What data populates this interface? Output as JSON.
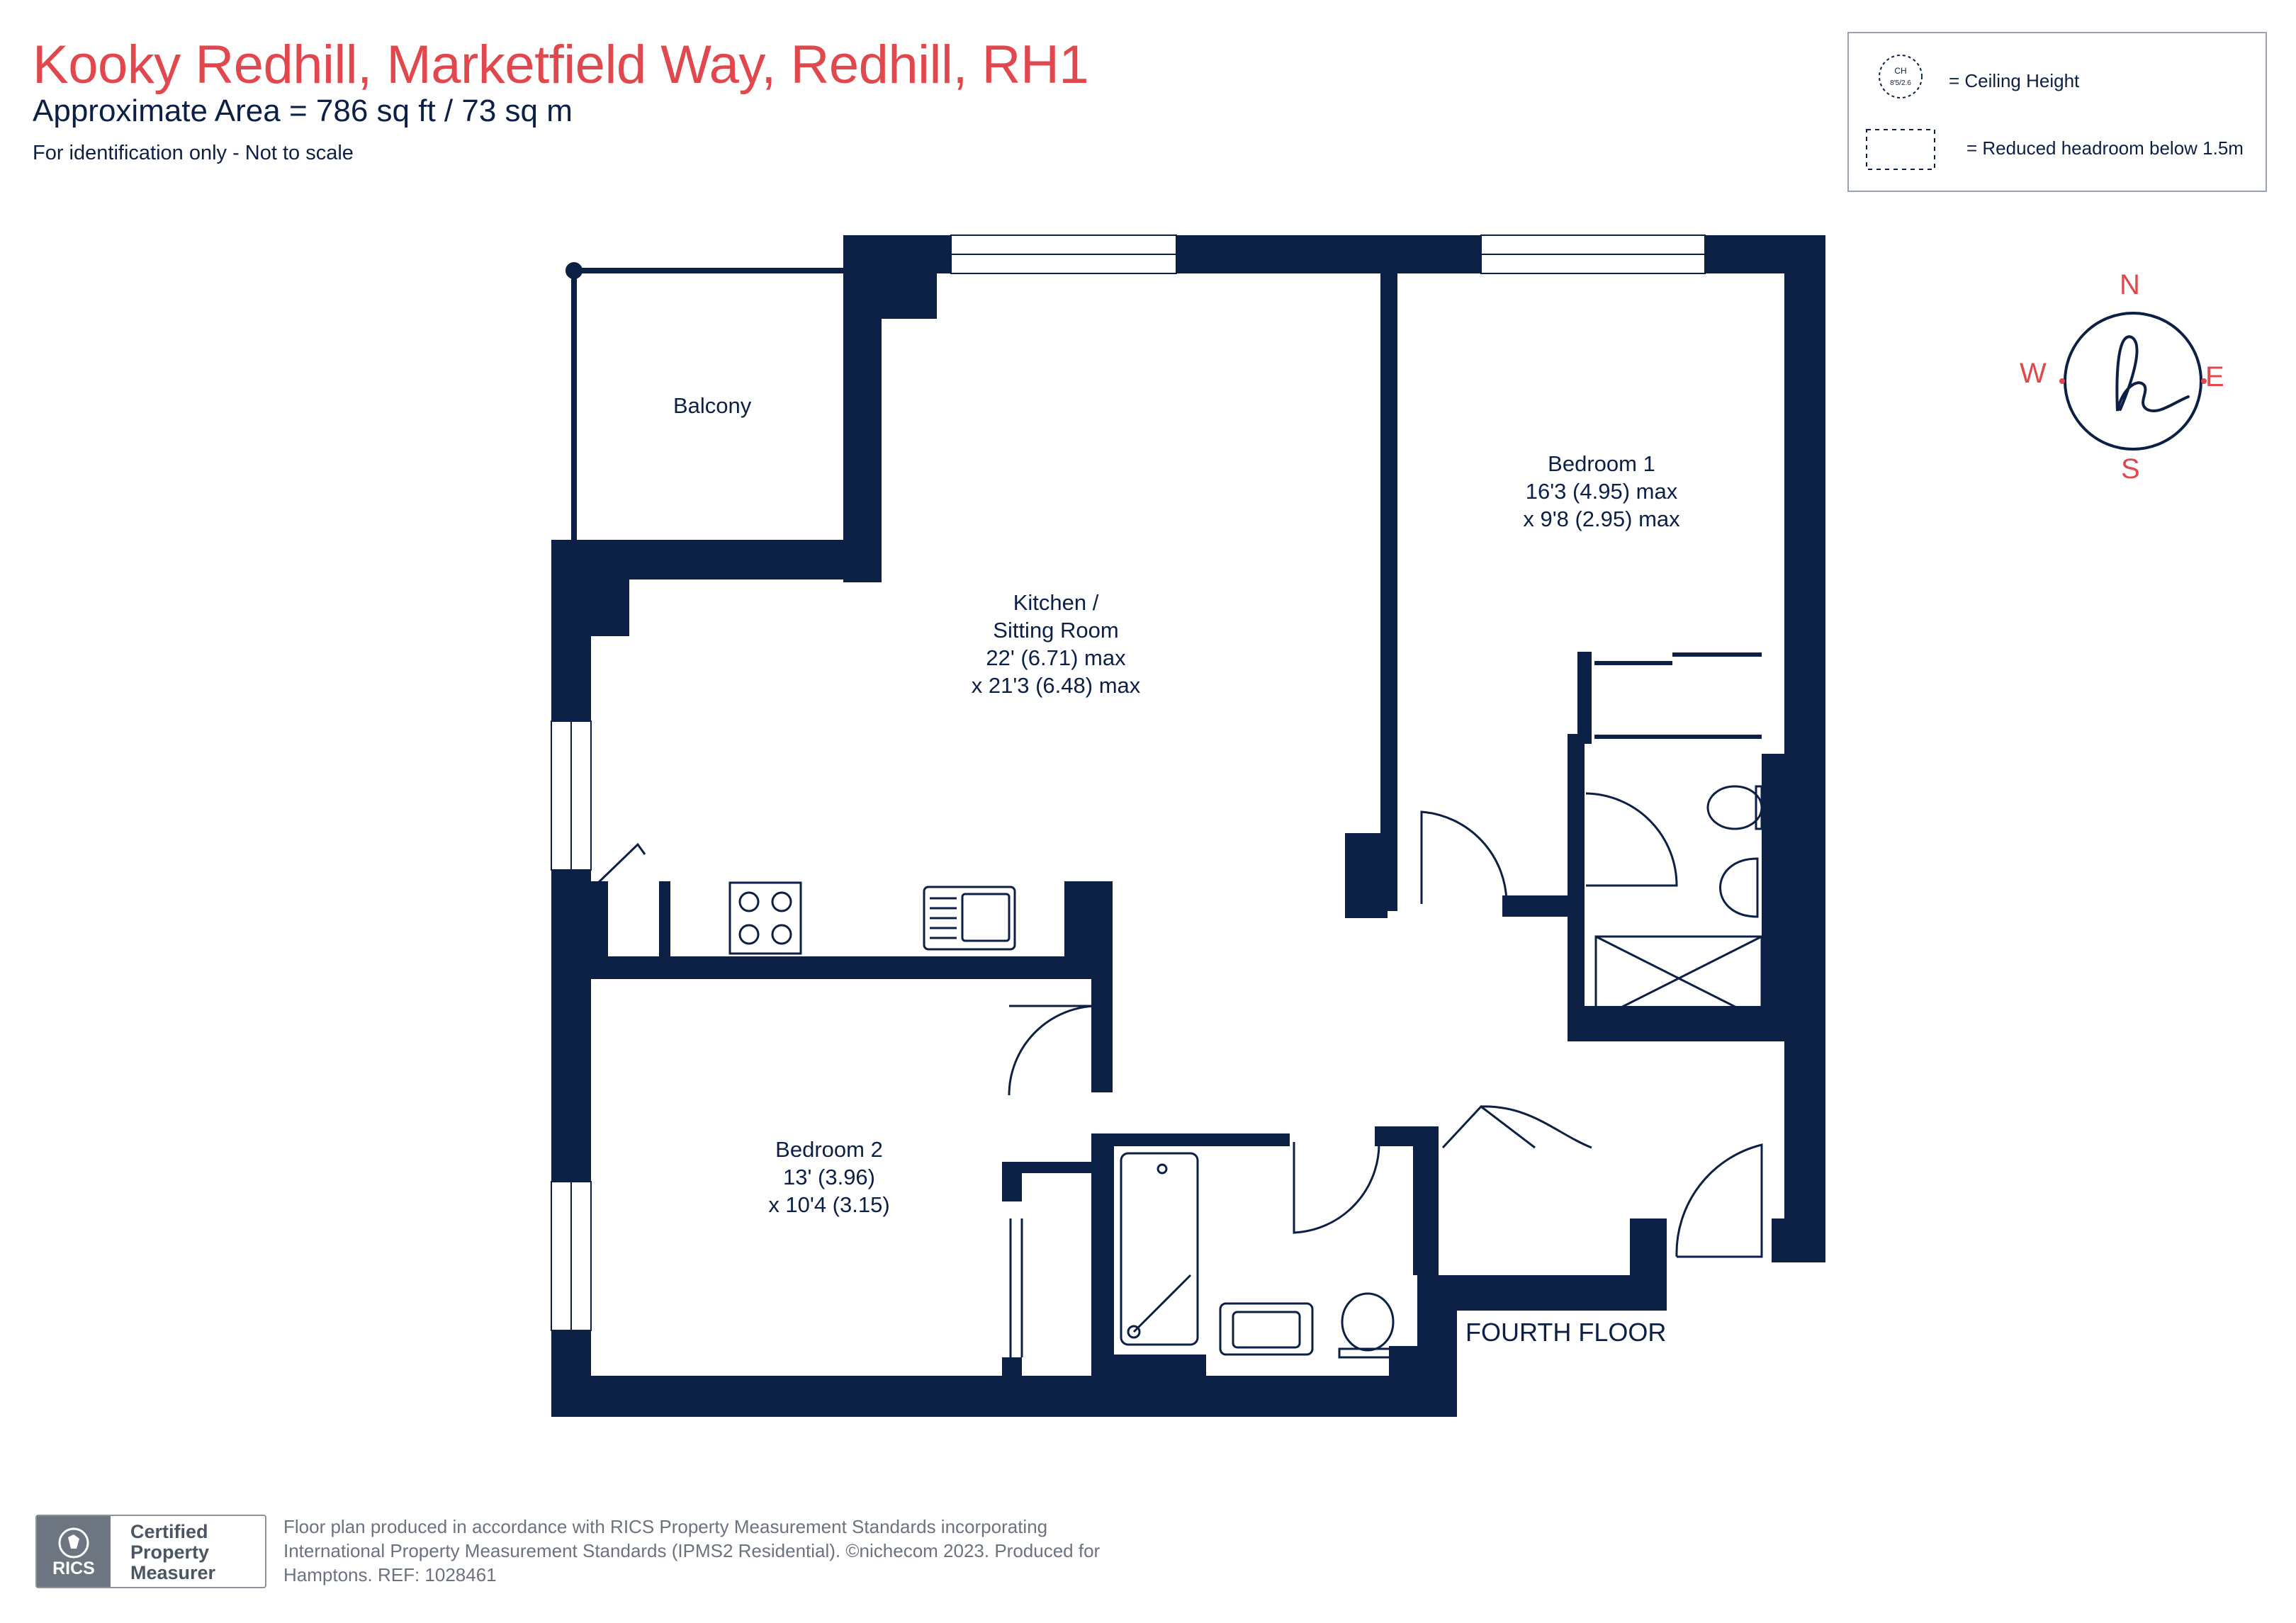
{
  "header": {
    "title": "Kooky Redhill, Marketfield Way, Redhill, RH1",
    "area": "Approximate Area = 786 sq ft / 73 sq m",
    "note": "For identification only - Not to scale"
  },
  "legend": {
    "ch_symbol_label": "CH",
    "ch_symbol_value": "8'5/2.6",
    "ceiling_height": "= Ceiling Height",
    "reduced_headroom": "= Reduced headroom below 1.5m"
  },
  "compass": {
    "n": "N",
    "s": "S",
    "e": "E",
    "w": "W"
  },
  "rooms": {
    "balcony": {
      "name": "Balcony"
    },
    "kitchen": {
      "name_1": "Kitchen /",
      "name_2": "Sitting Room",
      "dim_1": "22' (6.71) max",
      "dim_2": "x 21'3 (6.48) max"
    },
    "bedroom1": {
      "name": "Bedroom 1",
      "dim_1": "16'3 (4.95) max",
      "dim_2": "x 9'8 (2.95) max"
    },
    "bedroom2": {
      "name": "Bedroom 2",
      "dim_1": "13' (3.96)",
      "dim_2": "x 10'4 (3.15)"
    }
  },
  "floor_label": "FOURTH FLOOR",
  "footer": {
    "rics": "RICS",
    "cert_1": "Certified",
    "cert_2": "Property",
    "cert_3": "Measurer",
    "line_1": "Floor plan produced in accordance with RICS Property Measurement Standards incorporating",
    "line_2": "International Property Measurement Standards (IPMS2 Residential).  ©nichecom 2023.   Produced for",
    "line_3": "Hamptons.  REF:  1028461"
  },
  "colors": {
    "title": "#e0484e",
    "wall": "#0c2046",
    "text": "#0c2046",
    "footer": "#6b7280"
  }
}
